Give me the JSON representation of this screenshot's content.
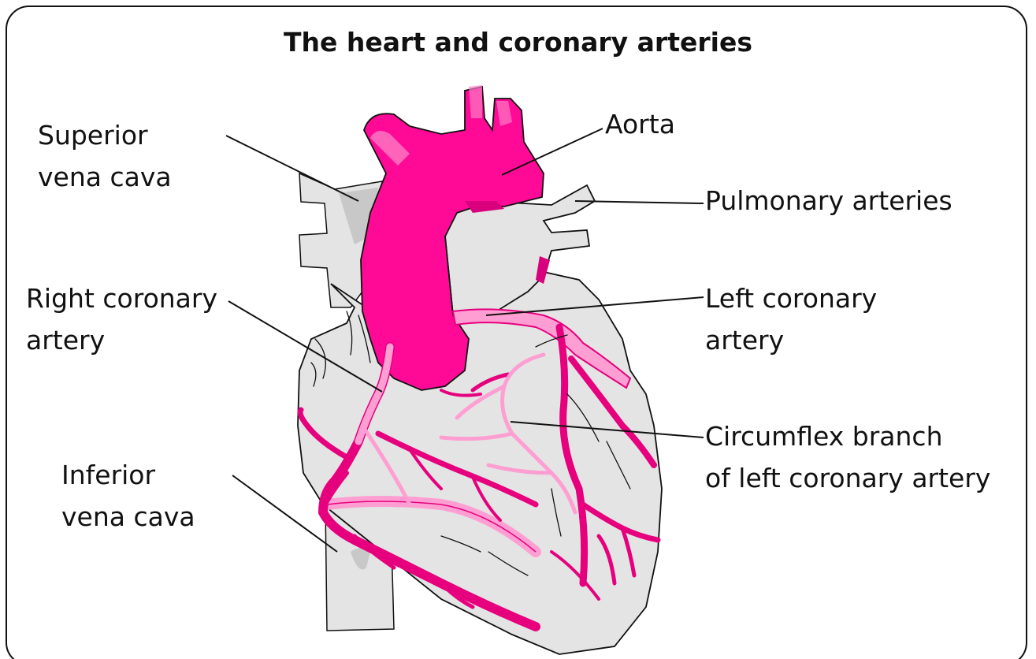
{
  "title": "The heart and coronary arteries",
  "labels": {
    "superior_vena_cava": [
      "Superior",
      "vena cava"
    ],
    "aorta": [
      "Aorta"
    ],
    "pulmonary_arteries": [
      "Pulmonary arteries"
    ],
    "right_coronary_artery": [
      "Right coronary",
      "artery"
    ],
    "left_coronary_artery": [
      "Left coronary",
      "artery"
    ],
    "circumflex_branch": [
      "Circumflex branch",
      "of left coronary artery"
    ],
    "inferior_vena_cava": [
      "Inferior",
      "vena cava"
    ]
  },
  "colors": {
    "heart_tissue": "#e4e4e4",
    "vessel_shadow": "#c8c8c8",
    "aorta": "#ff0a96",
    "aorta_shadow": "#d8007c",
    "coronary_artery": "#e6007e",
    "circumflex_light": "#ff9ed2",
    "outline": "#111111"
  }
}
